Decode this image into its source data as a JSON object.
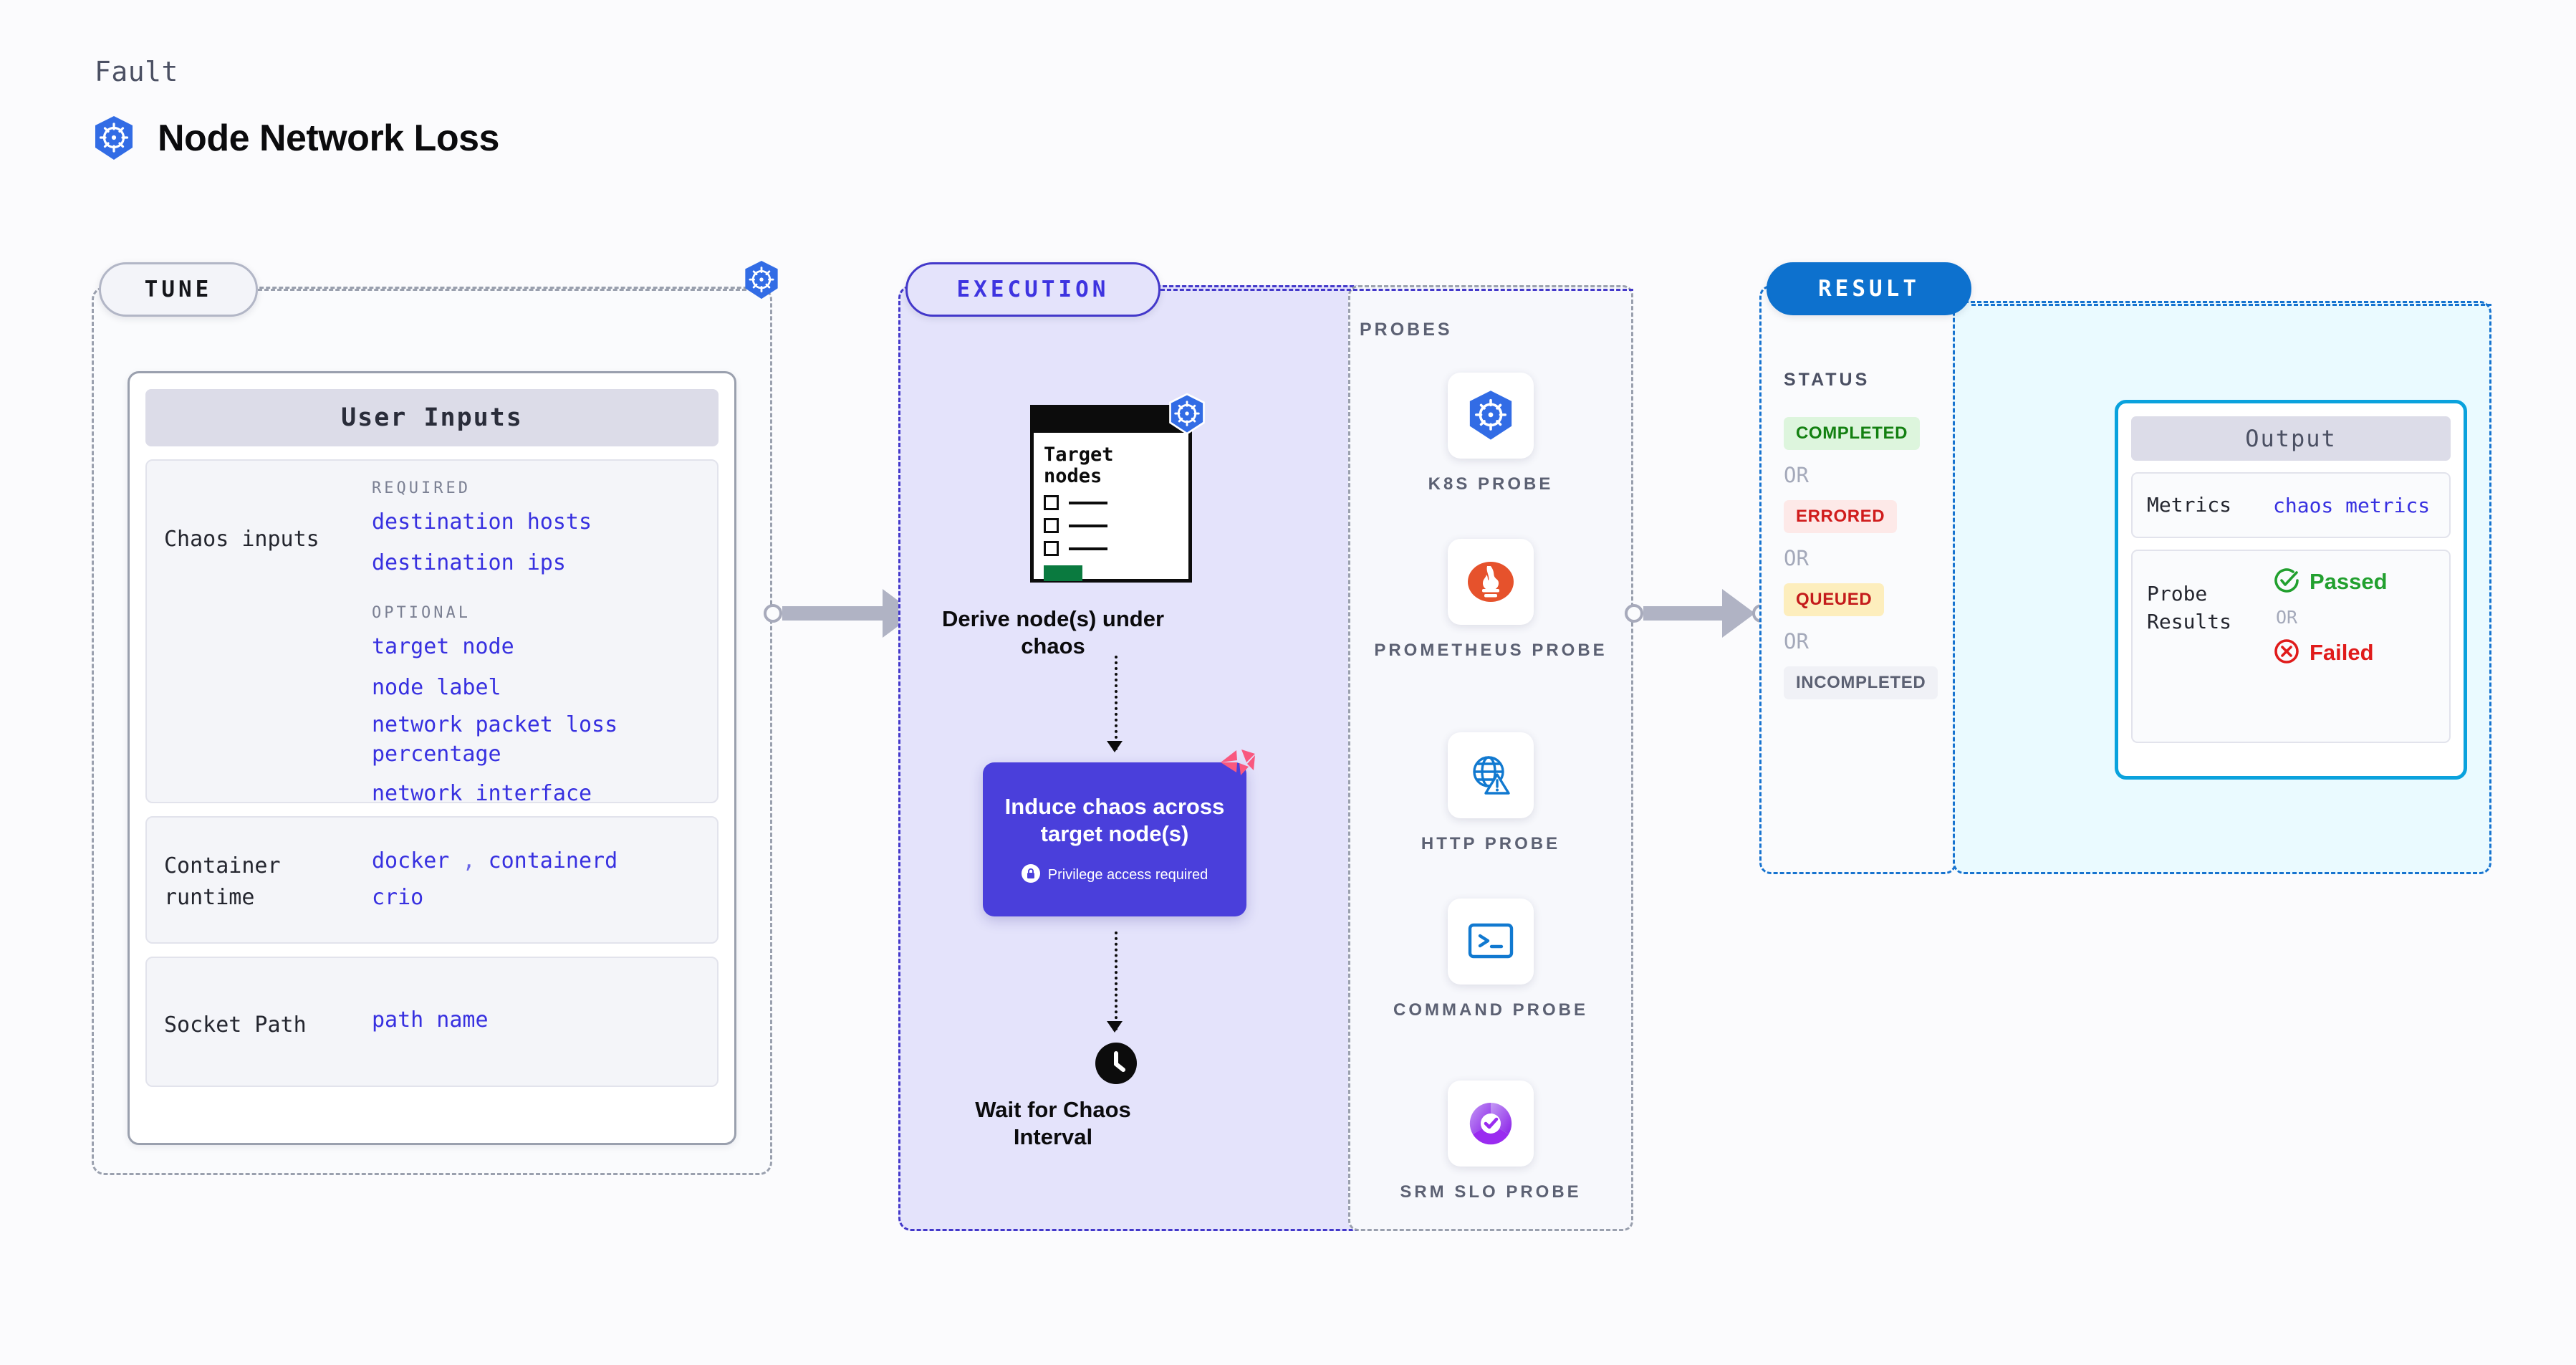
{
  "header": {
    "eyebrow": "Fault",
    "title": "Node Network Loss",
    "icon": "kubernetes-icon"
  },
  "tune": {
    "pill": "TUNE",
    "card_title": "User Inputs",
    "sections": [
      {
        "label": "Chaos inputs",
        "groups": [
          {
            "heading": "REQUIRED",
            "values": [
              "destination hosts",
              "destination ips"
            ]
          },
          {
            "heading": "OPTIONAL",
            "values": [
              "target node",
              "node label",
              "network packet loss percentage",
              "network interface"
            ]
          }
        ]
      },
      {
        "label": "Container runtime",
        "values": [
          "docker",
          "containerd",
          "crio"
        ],
        "separator": ","
      },
      {
        "label": "Socket Path",
        "values": [
          "path name"
        ]
      }
    ]
  },
  "execution": {
    "pill": "EXECUTION",
    "browser_card": {
      "title": "Target nodes",
      "icon": "kubernetes-icon"
    },
    "step1_caption": "Derive node(s) under chaos",
    "step2": {
      "title": "Induce chaos across target node(s)",
      "note": "Privilege access required",
      "note_icon": "lock-icon",
      "corner_icon": "harness-icon"
    },
    "step3": {
      "caption": "Wait for Chaos Interval",
      "icon": "clock-icon"
    }
  },
  "probes": {
    "title": "PROBES",
    "items": [
      {
        "label": "K8S PROBE",
        "icon": "kubernetes-icon"
      },
      {
        "label": "PROMETHEUS PROBE",
        "icon": "prometheus-icon"
      },
      {
        "label": "HTTP PROBE",
        "icon": "globe-warning-icon"
      },
      {
        "label": "COMMAND PROBE",
        "icon": "terminal-icon"
      },
      {
        "label": "SRM SLO PROBE",
        "icon": "srm-slo-icon"
      }
    ]
  },
  "result": {
    "pill": "RESULT",
    "status_title": "STATUS",
    "or_label": "OR",
    "statuses": [
      {
        "label": "COMPLETED",
        "bg": "#ddf5dd",
        "fg": "#138011"
      },
      {
        "label": "ERRORED",
        "bg": "#fde9e8",
        "fg": "#d01c1c"
      },
      {
        "label": "QUEUED",
        "bg": "#fdeebd",
        "fg": "#c41b1b"
      },
      {
        "label": "INCOMPLETED",
        "bg": "#f0f1f6",
        "fg": "#5c6173"
      }
    ],
    "output": {
      "card_title": "Output",
      "metrics_label": "Metrics",
      "metrics_value": "chaos metrics",
      "probe_label": "Probe Results",
      "passed": "Passed",
      "failed": "Failed",
      "or_label": "OR",
      "passed_color": "#22a02f",
      "failed_color": "#e01b1b"
    }
  },
  "colors": {
    "accent_indigo": "#4338ca",
    "accent_blue": "#1773cf",
    "accent_cyan": "#0aa2dd",
    "value_blue": "#3730e0",
    "k8s_blue": "#326ce5",
    "harness_pink": "#f9587f"
  }
}
